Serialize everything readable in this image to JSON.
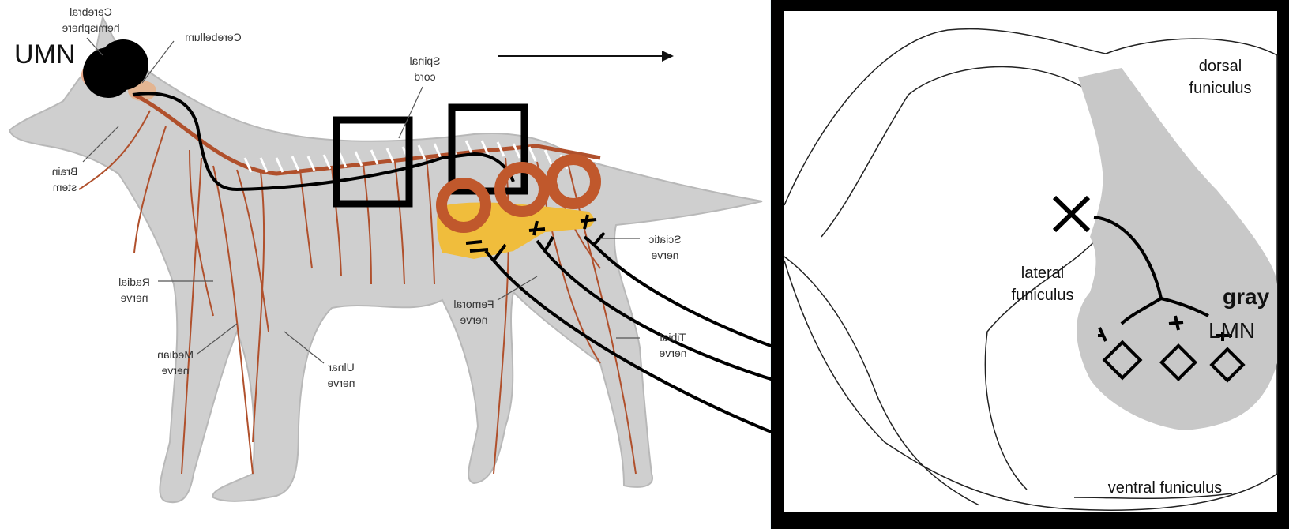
{
  "dog_labels": {
    "cerebral_hemisphere_line1": "Cerebral",
    "cerebral_hemisphere_line2": "hemisphere",
    "cerebellum": "Cerebellum",
    "brain_stem_line1": "Brain",
    "brain_stem_line2": "stem",
    "spinal_cord_line1": "Spinal",
    "spinal_cord_line2": "cord",
    "sciatic_nerve_line1": "Sciatic",
    "sciatic_nerve_line2": "nerve",
    "radial_nerve_line1": "Radial",
    "radial_nerve_line2": "nerve",
    "femoral_nerve_line1": "Femoral",
    "femoral_nerve_line2": "nerve",
    "tibial_nerve_line1": "Tibial",
    "tibial_nerve_line2": "nerve",
    "median_nerve_line1": "Median",
    "median_nerve_line2": "nerve",
    "ulnar_nerve_line1": "Ulnar",
    "ulnar_nerve_line2": "nerve"
  },
  "annotations": {
    "umn": "UMN",
    "lmn": "LMN",
    "gray": "gray"
  },
  "cross_section_labels": {
    "dorsal_line1": "dorsal",
    "dorsal_line2": "funiculus",
    "lateral_line1": "lateral",
    "lateral_line2": "funiculus",
    "ventral": "ventral funiculus"
  },
  "colors": {
    "background": "#eaf6fb",
    "dog_body": "#cfcfcf",
    "nerves": "#b0502c",
    "rings": "#c0582c",
    "lumbar_region": "#f0bd3c",
    "gray_matter": "#c8c8c8",
    "ink": "#111111"
  }
}
